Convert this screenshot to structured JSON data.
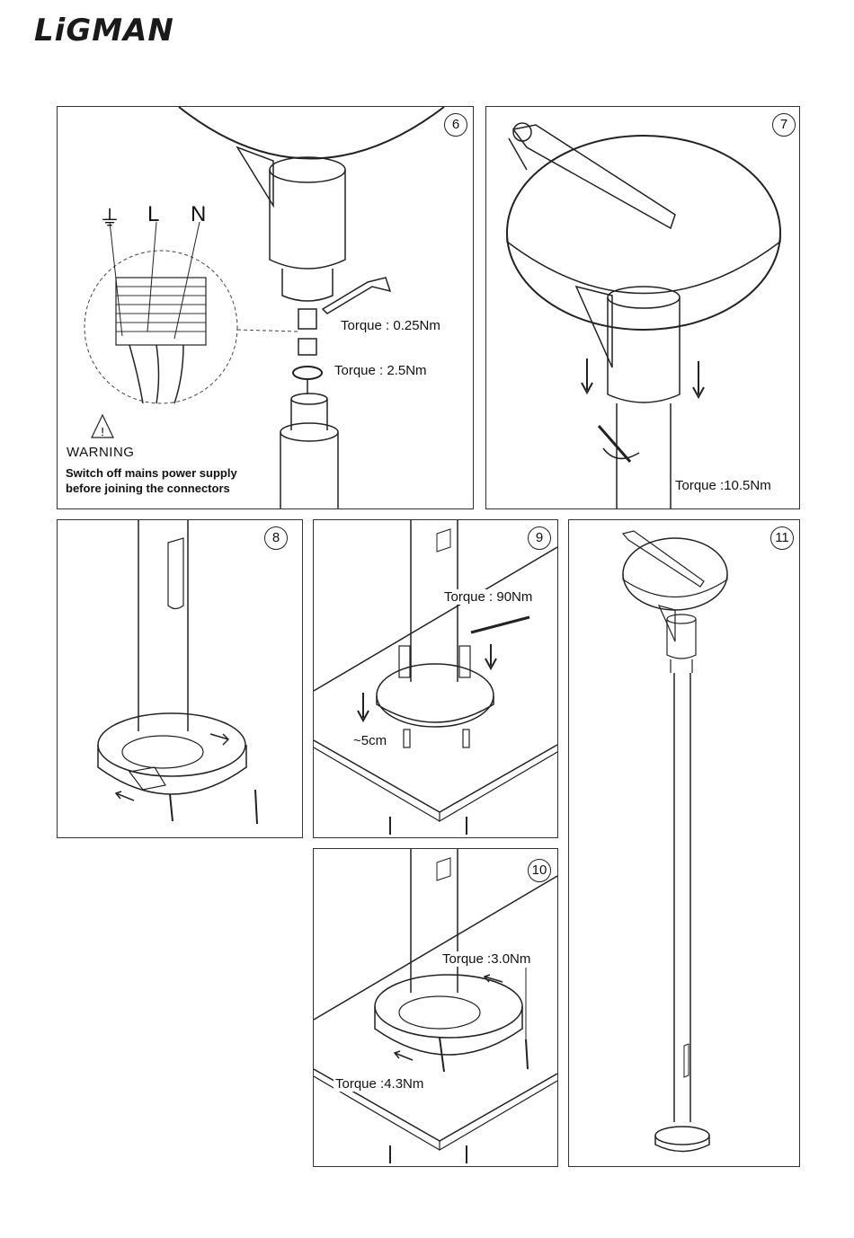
{
  "brand": {
    "logo": "LiGMAN"
  },
  "panels": {
    "p6": {
      "step": "6",
      "terminals": [
        "⏚",
        "L",
        "N"
      ],
      "torque_top": "Torque : 0.25Nm",
      "torque_bottom": "Torque : 2.5Nm",
      "warning_title": "WARNING",
      "warning_line1": "Switch off mains power supply",
      "warning_line2": "before joining the connectors"
    },
    "p7": {
      "step": "7",
      "torque": "Torque :10.5Nm"
    },
    "p8": {
      "step": "8"
    },
    "p9": {
      "step": "9",
      "torque": "Torque : 90Nm",
      "dimension": "~5cm"
    },
    "p10": {
      "step": "10",
      "torque_top": "Torque :3.0Nm",
      "torque_bottom": "Torque :4.3Nm"
    },
    "p11": {
      "step": "11"
    }
  }
}
